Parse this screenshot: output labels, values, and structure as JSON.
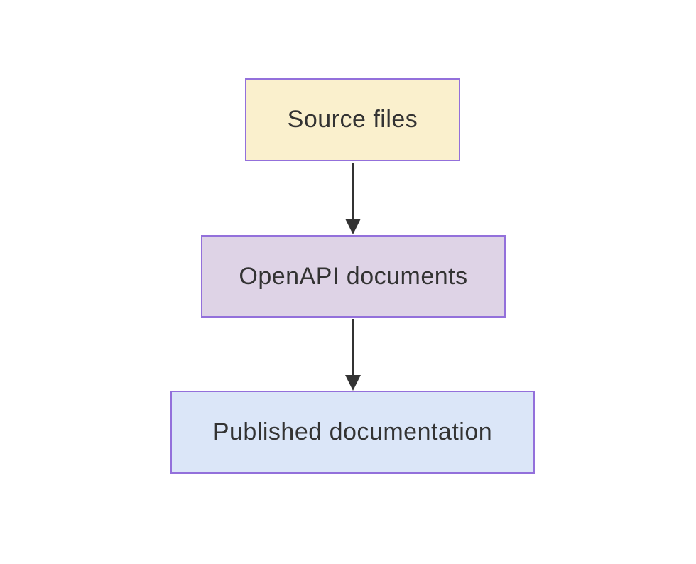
{
  "diagram": {
    "background": "#ffffff",
    "edge_color": "#333333",
    "border_color": "#9370db",
    "nodes": [
      {
        "label": "Source files",
        "fill": "#faf0cd",
        "border": "#9370db",
        "text_color": "#333333"
      },
      {
        "label": "OpenAPI documents",
        "fill": "#ded3e6",
        "border": "#9370db",
        "text_color": "#333333"
      },
      {
        "label": "Published documentation",
        "fill": "#dbe6f8",
        "border": "#9370db",
        "text_color": "#333333"
      }
    ],
    "edges": [
      {
        "from": "Source files",
        "to": "OpenAPI documents"
      },
      {
        "from": "OpenAPI documents",
        "to": "Published documentation"
      }
    ]
  }
}
